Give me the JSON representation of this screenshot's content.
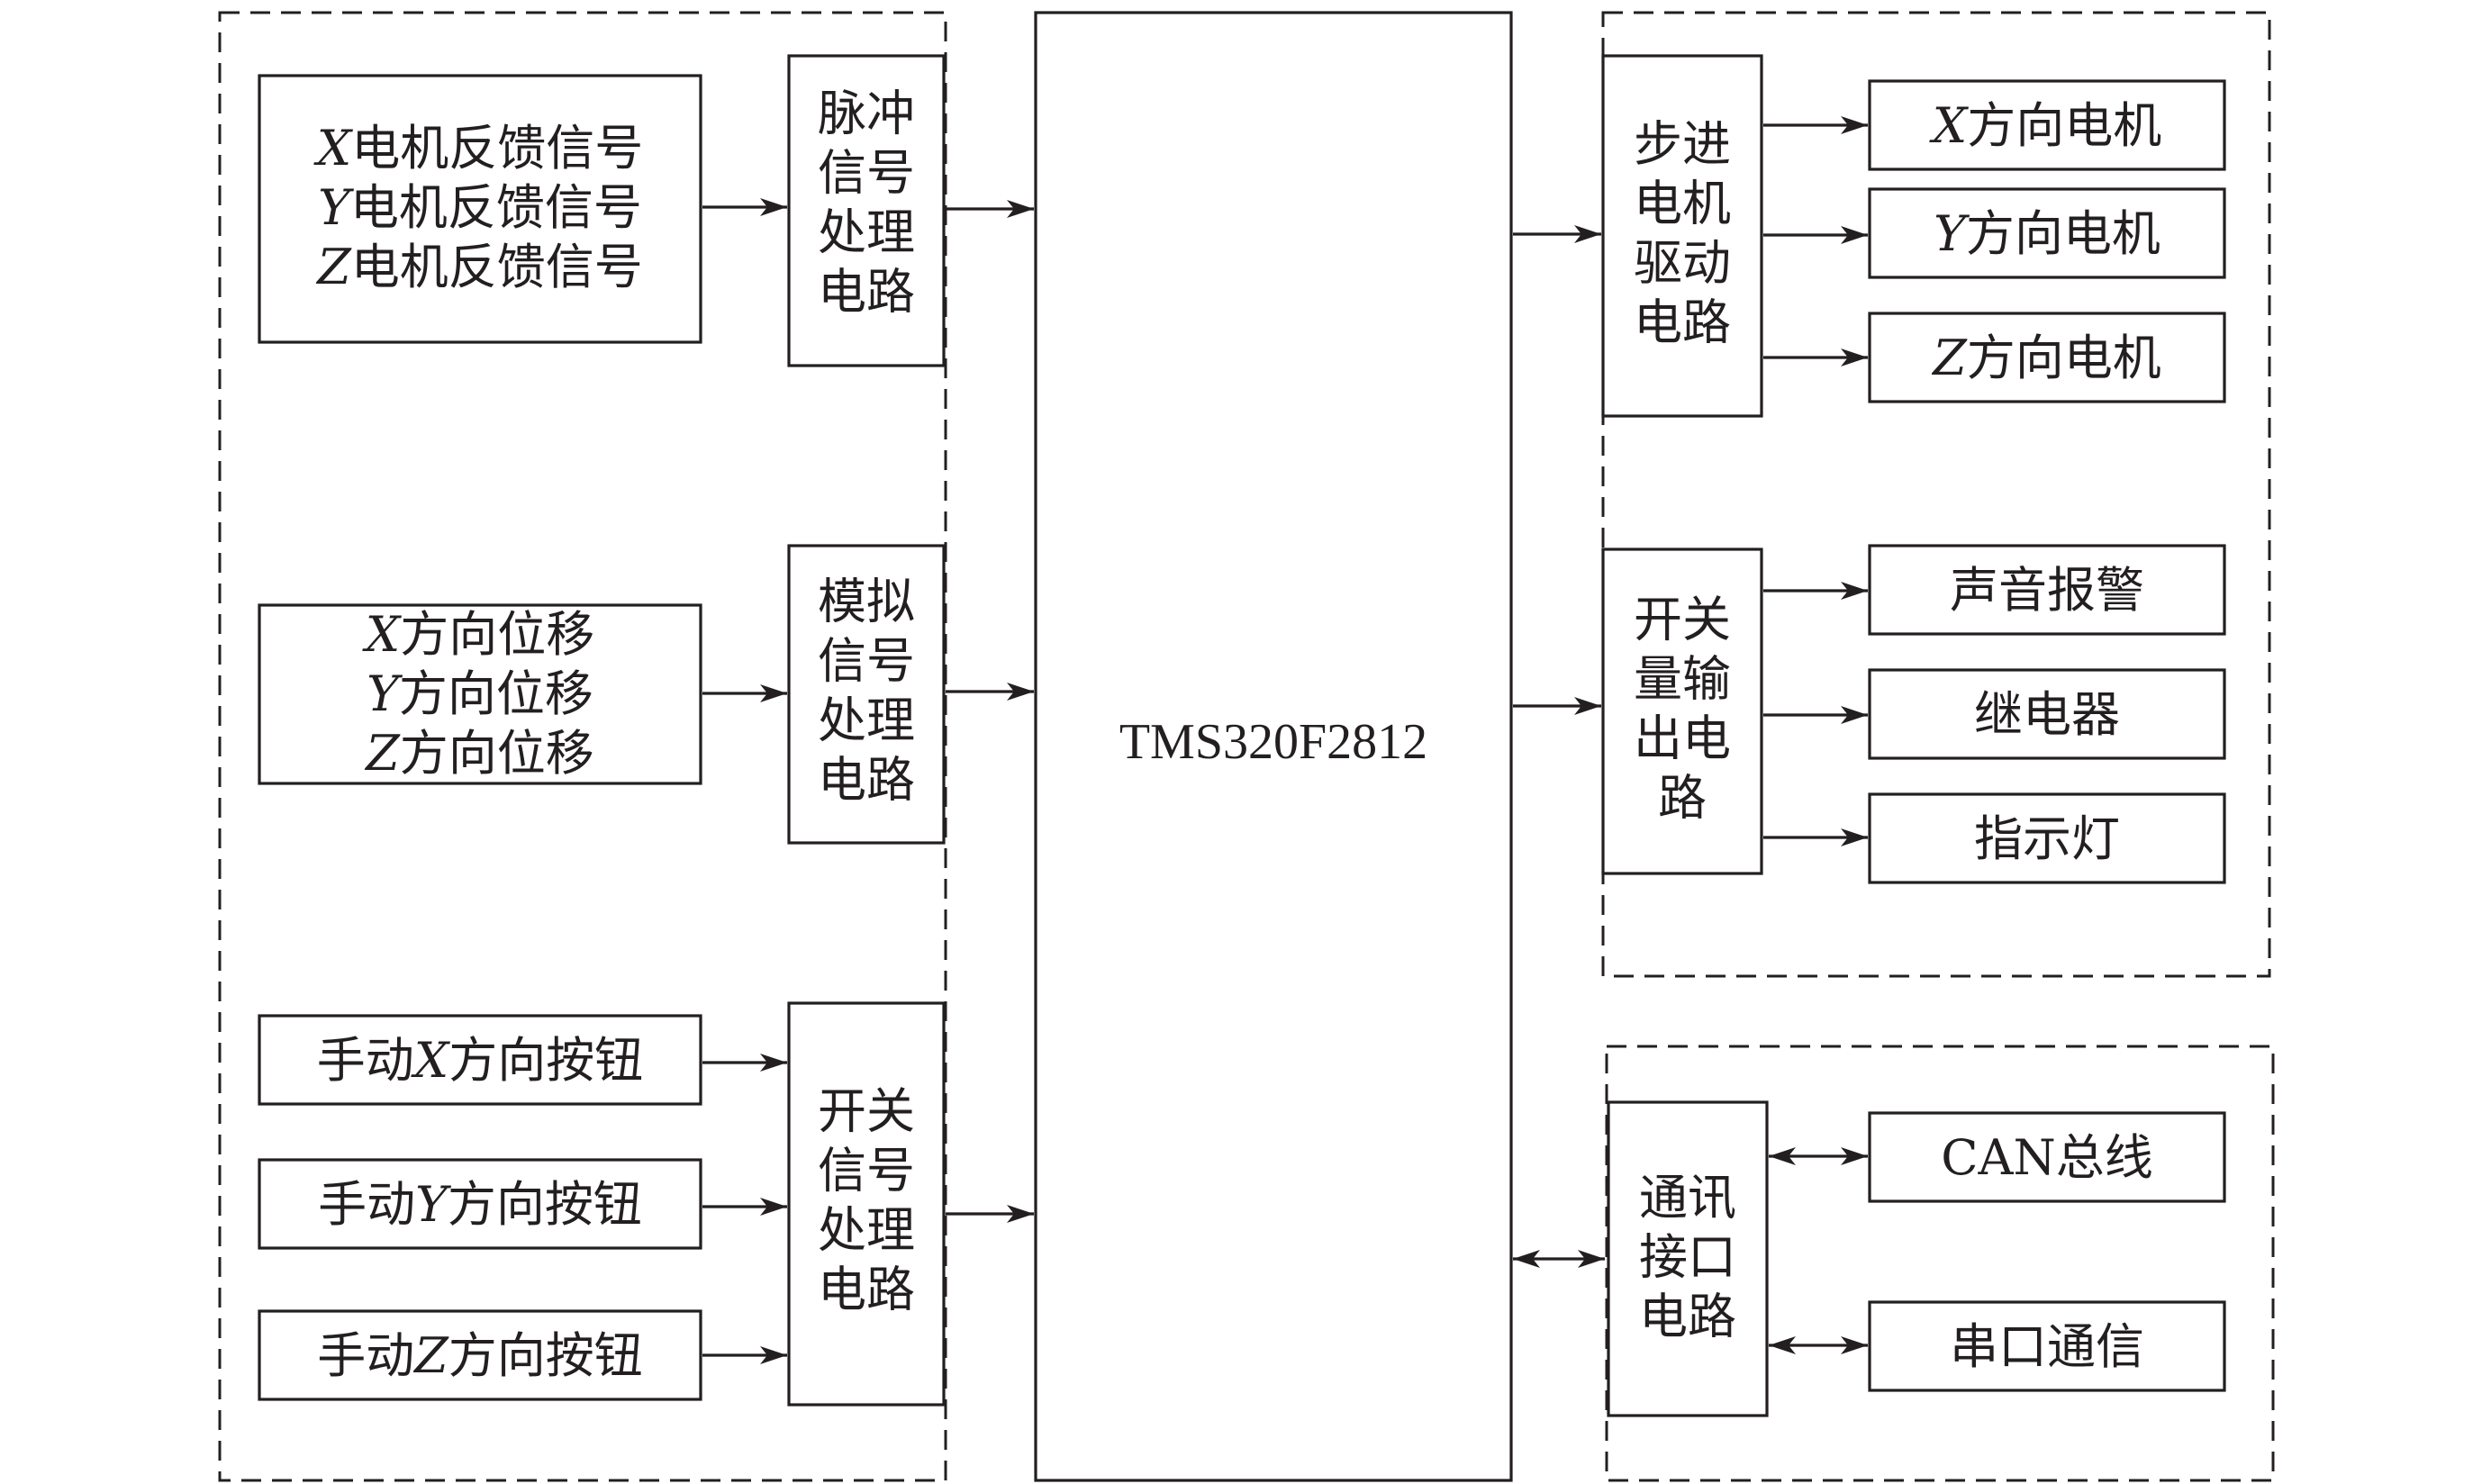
{
  "cpu": {
    "label": "TMS320F2812"
  },
  "inputs": {
    "feedback_signals": [
      [
        {
          "t": "X",
          "i": true
        },
        {
          "t": "电机反馈信号"
        }
      ],
      [
        {
          "t": "Y",
          "i": true
        },
        {
          "t": "电机反馈信号"
        }
      ],
      [
        {
          "t": "Z",
          "i": true
        },
        {
          "t": "电机反馈信号"
        }
      ]
    ],
    "pulse_circuit": [
      "脉冲",
      "信号",
      "处理",
      "电路"
    ],
    "displacements": [
      [
        {
          "t": "X",
          "i": true
        },
        {
          "t": "方向位移"
        }
      ],
      [
        {
          "t": "Y",
          "i": true
        },
        {
          "t": "方向位移"
        }
      ],
      [
        {
          "t": "Z",
          "i": true
        },
        {
          "t": "方向位移"
        }
      ]
    ],
    "analog_circuit": [
      "模拟",
      "信号",
      "处理",
      "电路"
    ],
    "manual_buttons": [
      [
        {
          "t": "手动"
        },
        {
          "t": "X",
          "i": true
        },
        {
          "t": "方向按钮"
        }
      ],
      [
        {
          "t": "手动"
        },
        {
          "t": "Y",
          "i": true
        },
        {
          "t": "方向按钮"
        }
      ],
      [
        {
          "t": "手动"
        },
        {
          "t": "Z",
          "i": true
        },
        {
          "t": "方向按钮"
        }
      ]
    ],
    "switch_circuit": [
      "开关",
      "信号",
      "处理",
      "电路"
    ]
  },
  "outputs": {
    "stepper_driver": [
      "步进",
      "电机",
      "驱动",
      "电路"
    ],
    "motors": [
      [
        {
          "t": "X",
          "i": true
        },
        {
          "t": "方向电机"
        }
      ],
      [
        {
          "t": "Y",
          "i": true
        },
        {
          "t": "方向电机"
        }
      ],
      [
        {
          "t": "Z",
          "i": true
        },
        {
          "t": "方向电机"
        }
      ]
    ],
    "switch_output": [
      "开关",
      "量输",
      "出电",
      "路"
    ],
    "devices": [
      [
        {
          "t": "声音报警"
        }
      ],
      [
        {
          "t": "继电器"
        }
      ],
      [
        {
          "t": "指示灯"
        }
      ]
    ]
  },
  "comm": {
    "interface": [
      "通讯",
      "接口",
      "电路"
    ],
    "channels": [
      [
        {
          "t": "CAN总线"
        }
      ],
      [
        {
          "t": "串口通信"
        }
      ]
    ]
  }
}
